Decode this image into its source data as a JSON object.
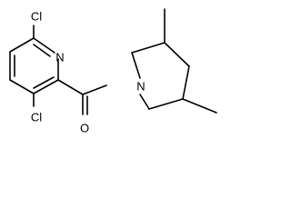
{
  "structure": {
    "atoms": {
      "cl_top": "Cl",
      "n_pyridine": "N",
      "cl_bottom": "Cl",
      "o_carbonyl": "O",
      "n_piperidine": "N"
    }
  }
}
